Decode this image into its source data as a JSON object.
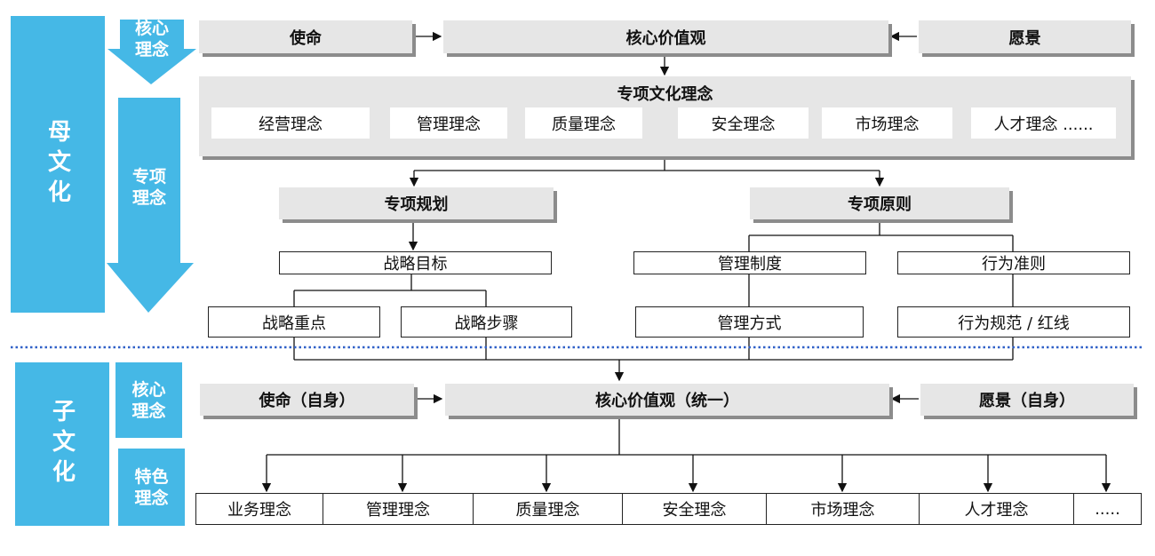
{
  "colors": {
    "accent": "#45B8E6",
    "box": "#E6E6E6",
    "divider": "#3060C8"
  },
  "parent": {
    "label": "母文化",
    "core_arrow": "核心\n理念",
    "special_arrow": "专项\n理念",
    "mission": "使命",
    "core_values": "核心价值观",
    "vision": "愿景",
    "special_panel": {
      "title": "专项文化理念",
      "items": [
        "经营理念",
        "管理理念",
        "质量理念",
        "安全理念",
        "市场理念",
        "人才理念 ......"
      ]
    },
    "planning": {
      "title": "专项规划",
      "goal": "战略目标",
      "children": [
        "战略重点",
        "战略步骤"
      ]
    },
    "principles": {
      "title": "专项原则",
      "items": [
        "管理制度",
        "行为准则"
      ],
      "children": [
        "管理方式",
        "行为规范 / 红线"
      ]
    }
  },
  "child": {
    "label": "子文化",
    "core_box": "核心\n理念",
    "feature_box": "特色\n理念",
    "mission": "使命（自身）",
    "core_values": "核心价值观（统一）",
    "vision": "愿景（自身）",
    "items": [
      "业务理念",
      "管理理念",
      "质量理念",
      "安全理念",
      "市场理念",
      "人才理念",
      "....."
    ]
  }
}
